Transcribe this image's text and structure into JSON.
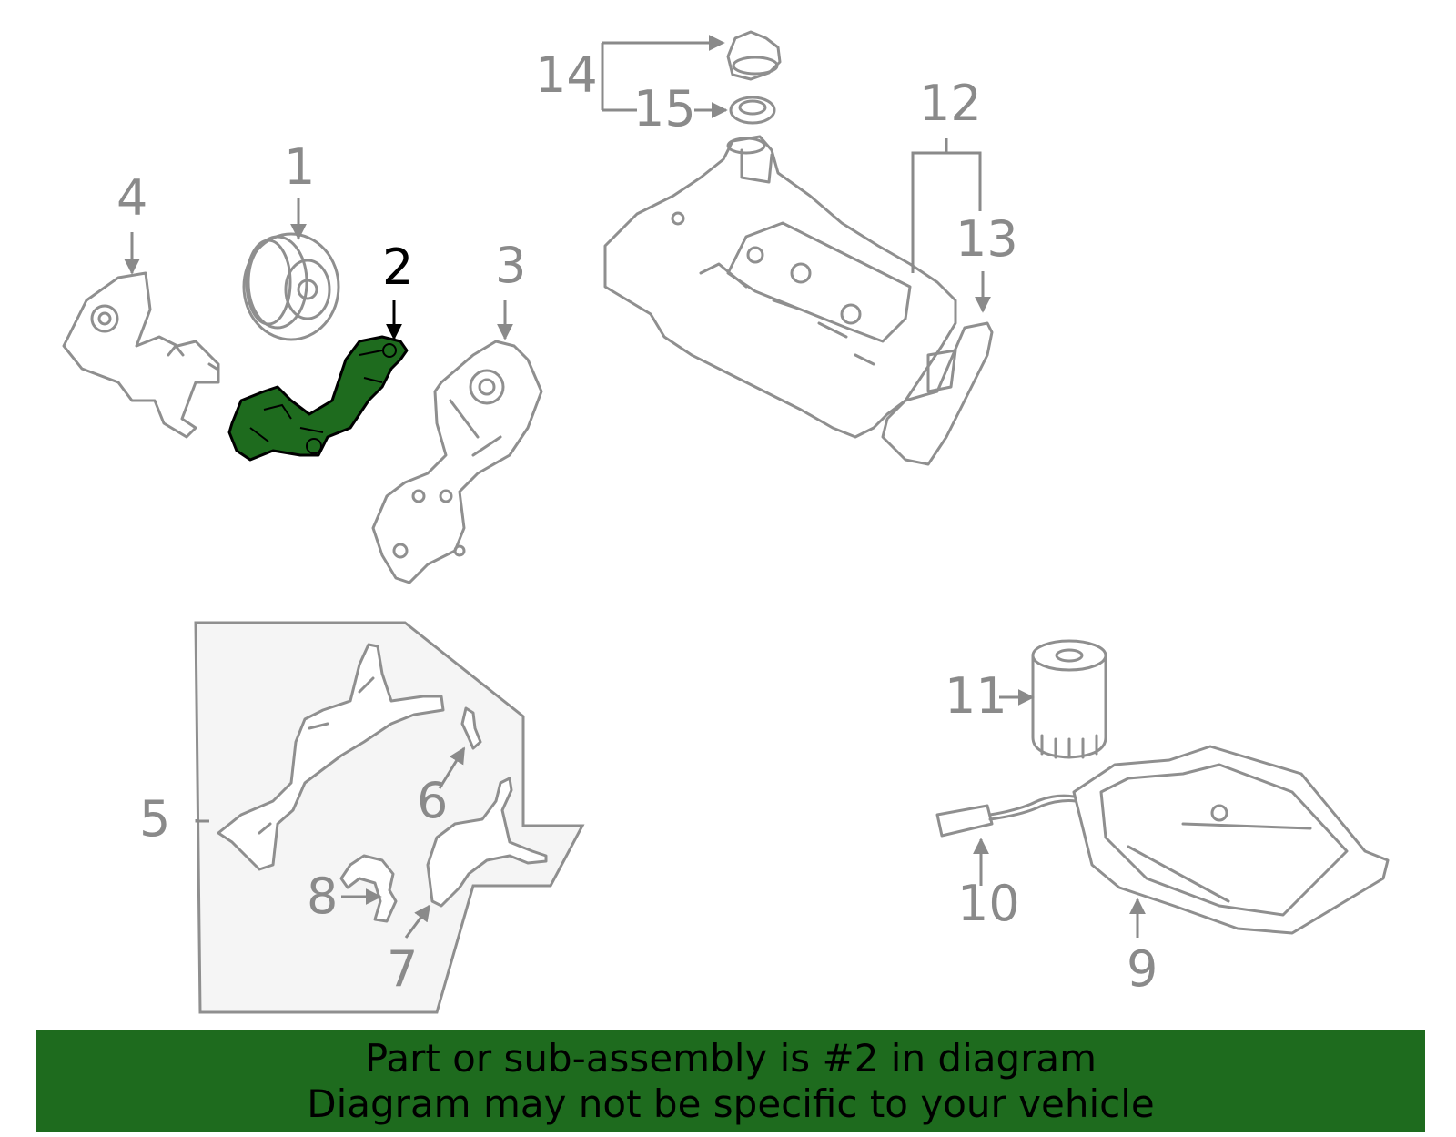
{
  "colors": {
    "highlight": "#1e6b1e",
    "line": "#8f8f8f",
    "subassembly_bg": "#f5f5f5",
    "banner_bg": "#1e6b1e"
  },
  "callouts": {
    "c1": "1",
    "c2": "2",
    "c3": "3",
    "c4": "4",
    "c5": "5",
    "c6": "6",
    "c7": "7",
    "c8": "8",
    "c9": "9",
    "c10": "10",
    "c11": "11",
    "c12": "12",
    "c13": "13",
    "c14": "14",
    "c15": "15"
  },
  "highlighted_part": "2",
  "banner": {
    "line1": "Part or sub-assembly is #2 in diagram",
    "line2": "Diagram may not be specific to your vehicle"
  }
}
